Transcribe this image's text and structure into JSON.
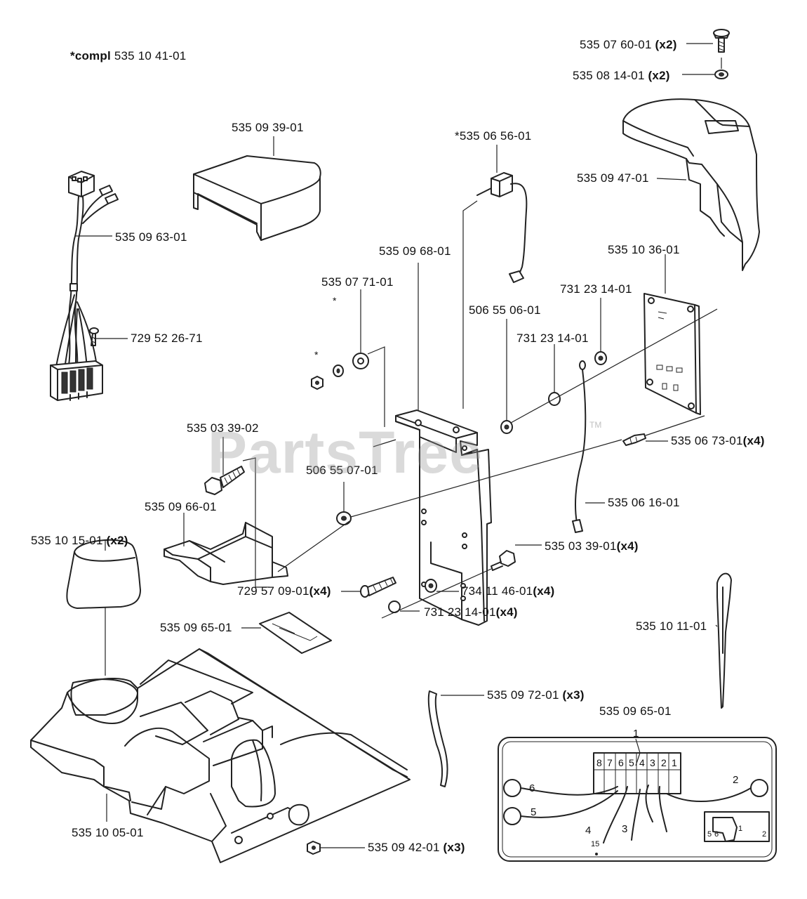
{
  "header": {
    "compl_prefix": "*compl",
    "compl_number": "535 10 41-01"
  },
  "watermark": {
    "text": "PartsTree",
    "mark": "TM"
  },
  "labels": {
    "bolt_top": {
      "part": "535 07 60-01",
      "qty": "(x2)"
    },
    "washer_top": {
      "part": "535 08 14-01",
      "qty": "(x2)"
    },
    "top_cover": {
      "part": "535 09 47-01"
    },
    "plate": {
      "part": "535 10 36-01"
    },
    "cover_panel": {
      "part": "535 09 39-01"
    },
    "switch": {
      "part": "*535 06 56-01"
    },
    "harness": {
      "part": "535 09 63-01"
    },
    "bracket": {
      "part": "535 09 68-01"
    },
    "nut_washer": {
      "part": "535 07 71-01"
    },
    "spacer_upper": {
      "part": "506 55 06-01"
    },
    "washer_right": {
      "part": "731 23 14-01"
    },
    "washer_mid": {
      "part": "731 23 14-01"
    },
    "screw_harness": {
      "part": "729 52 26-71"
    },
    "screw_plate": {
      "part": "535 06 73-01",
      "qty": "(x4)"
    },
    "bolt_left": {
      "part": "535 03 39-02"
    },
    "spacer_lower": {
      "part": "506 55 07-01"
    },
    "wire": {
      "part": "535 06 16-01"
    },
    "holder": {
      "part": "535 09 66-01"
    },
    "bolt_right": {
      "part": "535 03 39-01",
      "qty": "(x4)"
    },
    "knob": {
      "part": "535 10 15-01",
      "qty": "(x2)"
    },
    "screw_bottom": {
      "part": "729 57 09-01",
      "qty": "(x4)"
    },
    "washer_bottom": {
      "part": "734 11 46-01",
      "qty": "(x4)"
    },
    "washer_bottom2": {
      "part": "731 23 14-01",
      "qty": "(x4)"
    },
    "decal": {
      "part": "535 09 65-01"
    },
    "rod": {
      "part": "535 10 11-01"
    },
    "hose": {
      "part": "535 09 72-01",
      "qty": "(x3)"
    },
    "decal_wiring": {
      "part": "535 09 65-01"
    },
    "body": {
      "part": "535 10 05-01"
    },
    "nut_body": {
      "part": "535 09 42-01",
      "qty": "(x3)"
    }
  },
  "asterisks": {
    "a1": "*",
    "a2": "*"
  },
  "wiring_decal": {
    "terminals": [
      "8",
      "7",
      "6",
      "5",
      "4",
      "3",
      "2",
      "1"
    ],
    "callouts": {
      "c1": "1",
      "c2": "2",
      "c3": "3",
      "c4": "4",
      "c5": "5",
      "c6": "6",
      "c15": "15"
    },
    "socket_pins": {
      "s1": "5",
      "s2": "6",
      "s3": "1",
      "s4": "2"
    }
  }
}
